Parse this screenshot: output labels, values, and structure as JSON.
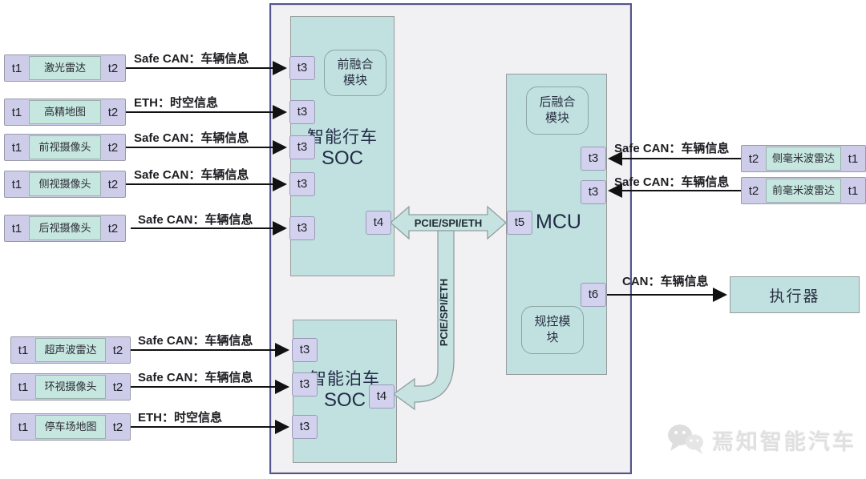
{
  "colors": {
    "container_bg": "#f1f0f2",
    "container_border": "#54548c",
    "block_teal": "#c1e1e1",
    "port_lavender": "#d2d2ee",
    "sensor_row_lavender": "#cdcdea",
    "sensor_name_teal": "#c6e6e0",
    "bus_teal": "#c6e3e2",
    "arrow_black": "#111111"
  },
  "sensors_top": [
    {
      "p1": "t1",
      "name": "激光雷达",
      "p2": "t2",
      "link": "Safe CAN：车辆信息"
    },
    {
      "p1": "t1",
      "name": "高精地图",
      "p2": "t2",
      "link": "ETH：时空信息"
    },
    {
      "p1": "t1",
      "name": "前视摄像头",
      "p2": "t2",
      "link": "Safe CAN：车辆信息"
    },
    {
      "p1": "t1",
      "name": "侧视摄像头",
      "p2": "t2",
      "link": "Safe CAN：车辆信息"
    },
    {
      "p1": "t1",
      "name": "后视摄像头",
      "p2": "t2",
      "link": "Safe CAN：车辆信息"
    }
  ],
  "sensors_bottom": [
    {
      "p1": "t1",
      "name": "超声波雷达",
      "p2": "t2",
      "link": "Safe CAN：车辆信息"
    },
    {
      "p1": "t1",
      "name": "环视摄像头",
      "p2": "t2",
      "link": "Safe CAN：车辆信息"
    },
    {
      "p1": "t1",
      "name": "停车场地图",
      "p2": "t2",
      "link": "ETH：时空信息"
    }
  ],
  "sensors_right": [
    {
      "p1": "t2",
      "name": "侧毫米波雷达",
      "p2": "t1",
      "link": "Safe CAN：车辆信息"
    },
    {
      "p1": "t2",
      "name": "前毫米波雷达",
      "p2": "t1",
      "link": "Safe CAN：车辆信息"
    }
  ],
  "driving_soc": {
    "name": "智能行车",
    "type": "SOC",
    "module": "前融合模块",
    "ports": [
      "t3",
      "t3",
      "t3",
      "t3",
      "t3"
    ],
    "bridge_port": "t4"
  },
  "parking_soc": {
    "name": "智能泊车",
    "type": "SOC",
    "ports": [
      "t3",
      "t3",
      "t3"
    ],
    "bridge_port": "t4"
  },
  "mcu": {
    "name": "MCU",
    "top_module": "后融合模块",
    "bottom_module": "规控模块",
    "radar_ports": [
      "t3",
      "t3"
    ],
    "bridge_port": "t5",
    "actuator_port": "t6"
  },
  "actuator": {
    "name": "执行器",
    "link": "CAN：车辆信息"
  },
  "bus": {
    "horizontal": "PCIE/SPI/ETH",
    "vertical": "PCIE/SPI/ETH"
  },
  "watermark": "焉知智能汽车"
}
